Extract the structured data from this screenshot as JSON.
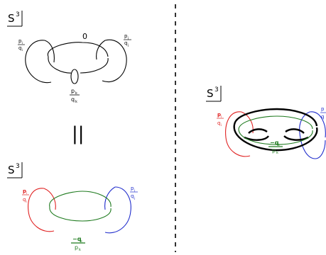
{
  "colors": {
    "black": "#000000",
    "red": "#e02020",
    "blue": "#1f2ccc",
    "green": "#1e7a1e"
  },
  "panel_top_left": {
    "space_label": "S",
    "space_exp": "3",
    "label_left_num": "p",
    "label_left_num_sub": "i",
    "label_left_den": "q",
    "label_left_den_sub": "i",
    "label_top": "0",
    "label_right_num": "p",
    "label_right_num_sub": "j",
    "label_right_den": "q",
    "label_right_den_sub": "j",
    "label_small_num": "p",
    "label_small_num_sub": "k",
    "label_small_den": "q",
    "label_small_den_sub": "k"
  },
  "equals_sign": "||",
  "panel_bottom_left": {
    "space_label": "S",
    "space_exp": "3",
    "label_left_num": "p",
    "label_left_num_sub": "i",
    "label_left_den": "q",
    "label_left_den_sub": "i",
    "label_right_num": "p",
    "label_right_num_sub": "j",
    "label_right_den": "q",
    "label_right_den_sub": "j",
    "label_mid_num": "−q",
    "label_mid_num_sub": "k",
    "label_mid_den": "p",
    "label_mid_den_sub": "k"
  },
  "panel_right": {
    "space_label": "S",
    "space_exp": "3",
    "label_left_num": "p",
    "label_left_num_sub": "i",
    "label_left_den": "q",
    "label_left_den_sub": "i",
    "label_right_num": "p",
    "label_right_den": "q",
    "label_mid_num": "−q",
    "label_mid_num_sub": "k",
    "label_mid_den": "p",
    "label_mid_den_sub": "k"
  }
}
